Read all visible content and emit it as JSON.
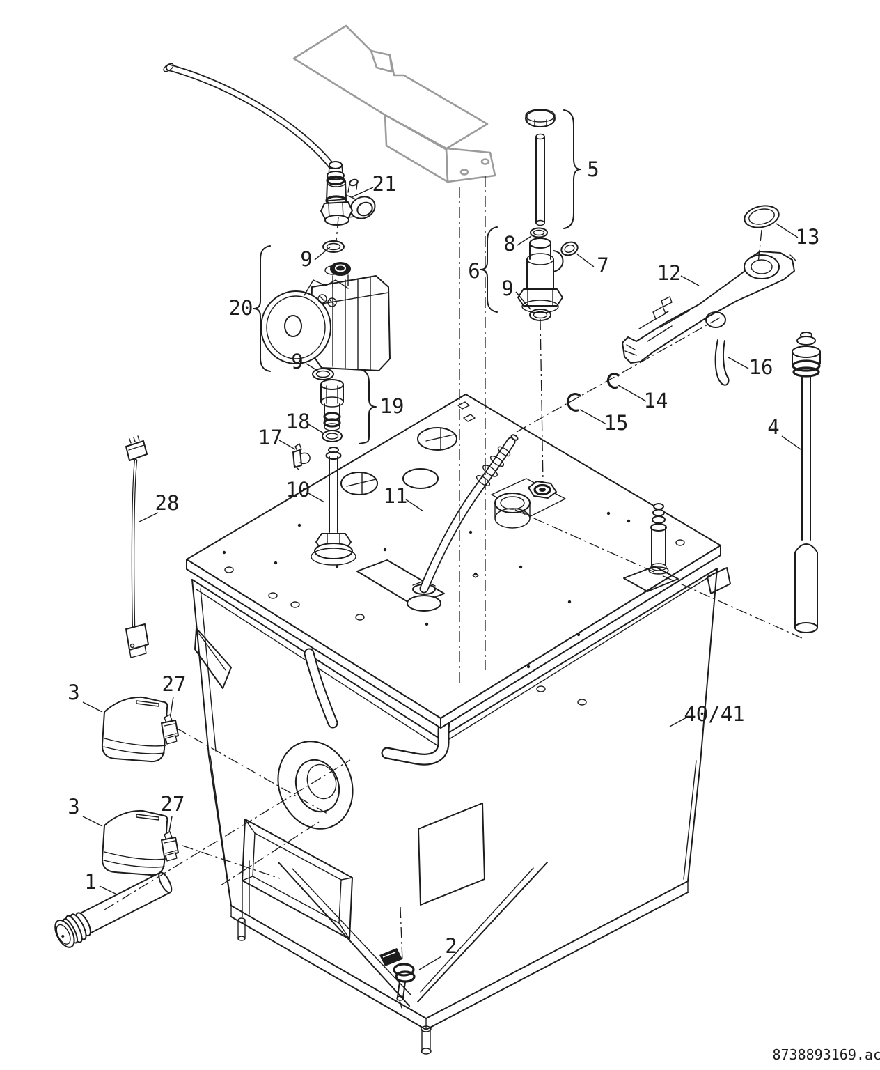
{
  "diagram": {
    "type": "exploded-parts-diagram",
    "footer_code": "8738893169.ac",
    "callouts": [
      {
        "text": "21"
      },
      {
        "text": "9"
      },
      {
        "text": "20"
      },
      {
        "text": "9"
      },
      {
        "text": "19"
      },
      {
        "text": "18"
      },
      {
        "text": "17"
      },
      {
        "text": "10"
      },
      {
        "text": "11"
      },
      {
        "text": "5"
      },
      {
        "text": "8"
      },
      {
        "text": "6"
      },
      {
        "text": "7"
      },
      {
        "text": "9"
      },
      {
        "text": "13"
      },
      {
        "text": "12"
      },
      {
        "text": "16"
      },
      {
        "text": "14"
      },
      {
        "text": "15"
      },
      {
        "text": "4"
      },
      {
        "text": "28"
      },
      {
        "text": "3"
      },
      {
        "text": "27"
      },
      {
        "text": "3"
      },
      {
        "text": "27"
      },
      {
        "text": "1"
      },
      {
        "text": "2"
      },
      {
        "text": "40/41"
      }
    ]
  },
  "colors": {
    "line_color": "#1c1c1c",
    "cover_line_color": "#9b9b9b",
    "background": "#ffffff"
  }
}
